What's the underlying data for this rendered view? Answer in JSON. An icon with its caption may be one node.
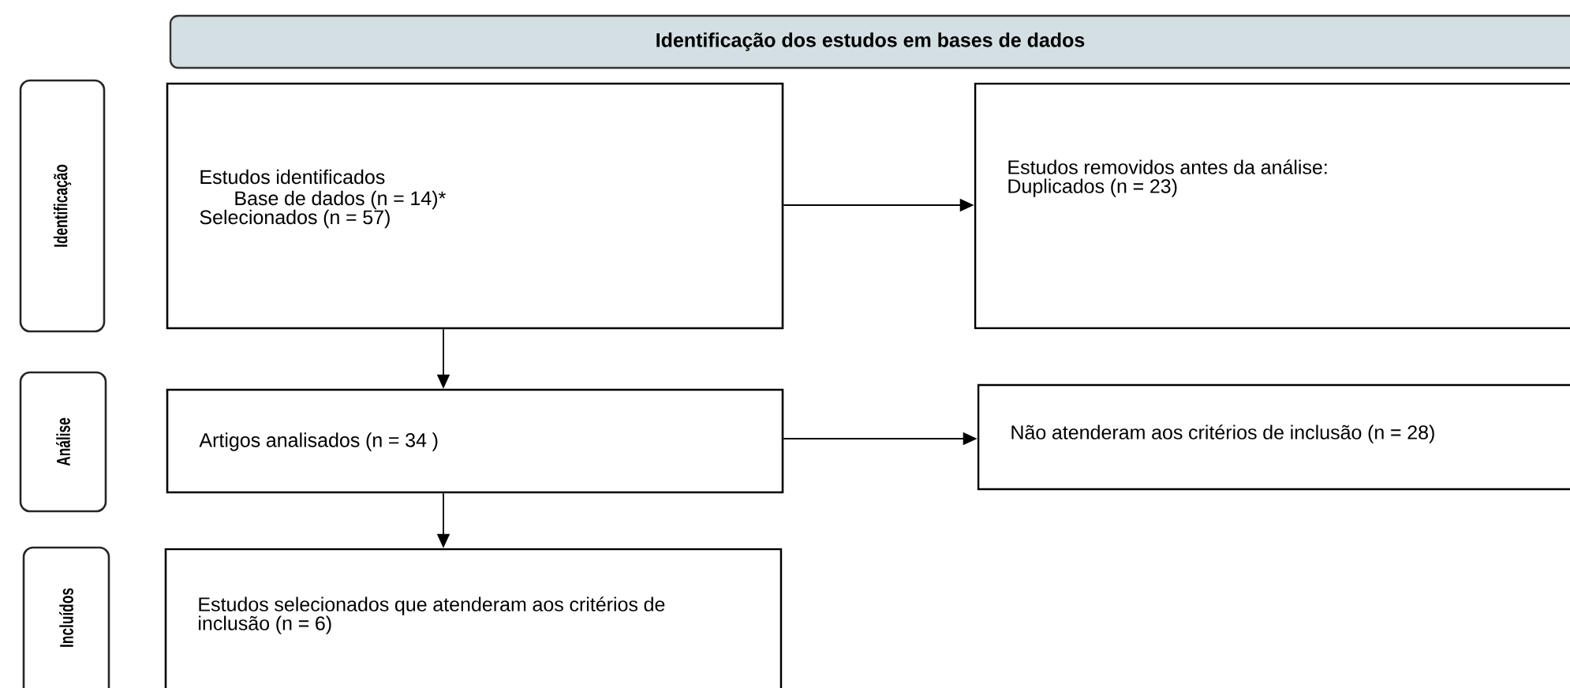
{
  "diagram": {
    "nodes": [
      {
        "text": [
          "Identificação dos estudos em bases de dados"
        ]
      },
      {
        "text": [
          "Identificação"
        ]
      },
      {
        "text": [
          "Estudos identificados",
          "Base de dados (n = 14)*",
          "Selecionados (n = 57)"
        ]
      },
      {
        "text": [
          "Estudos removidos antes da análise:",
          "Duplicados (n = 23)"
        ]
      },
      {
        "text": [
          "Análise"
        ]
      },
      {
        "text": [
          "Artigos analisados (n = 34 )"
        ]
      },
      {
        "text": [
          "Não atenderam aos critérios de inclusão (n = 28)"
        ]
      },
      {
        "text": [
          "Incluídos"
        ]
      },
      {
        "text": [
          "Estudos selecionados que atenderam aos critérios de inclusão (n = 6)"
        ]
      }
    ],
    "edges": [
      {
        "from": 2,
        "to": 3,
        "arrow": "to"
      },
      {
        "from": 2,
        "to": 5,
        "arrow": "to"
      },
      {
        "from": 5,
        "to": 6,
        "arrow": "to"
      },
      {
        "from": 5,
        "to": 8,
        "arrow": "to"
      }
    ]
  }
}
